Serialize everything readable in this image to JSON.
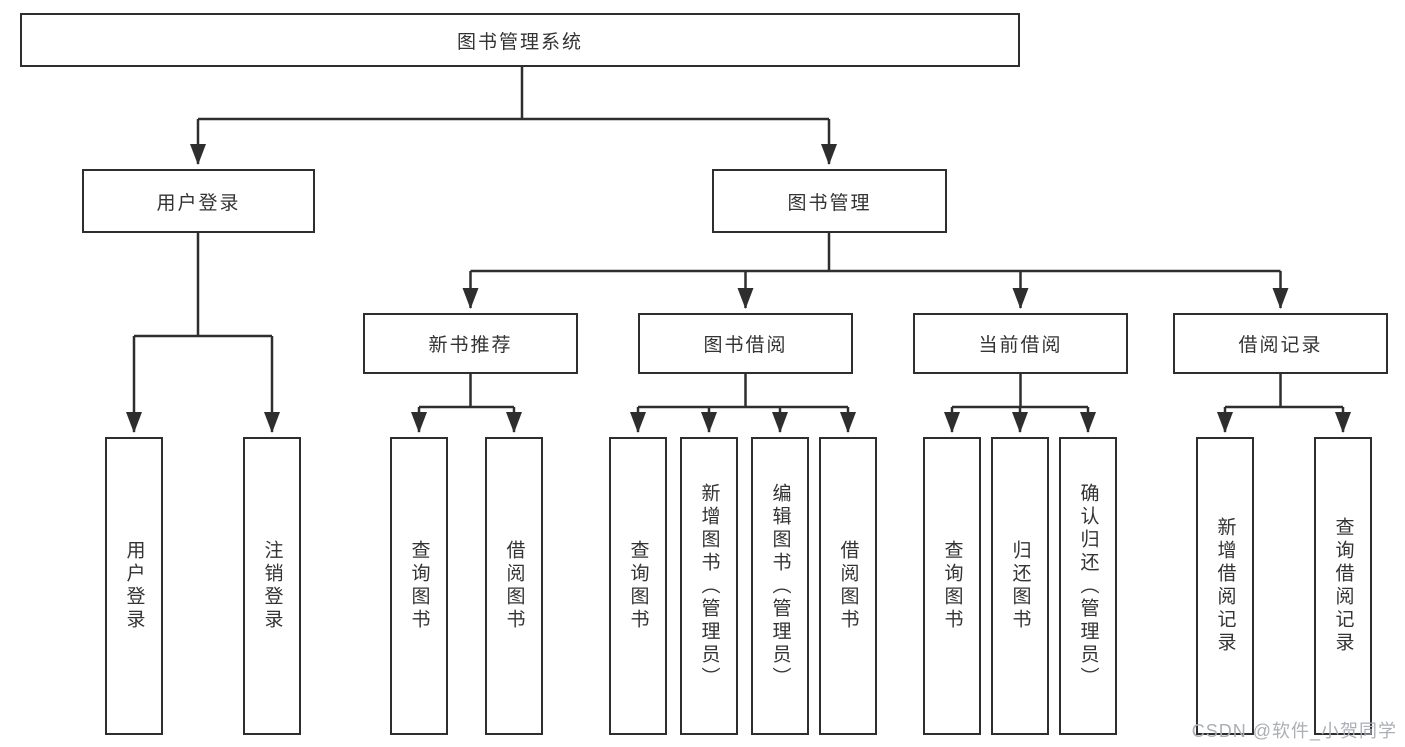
{
  "diagram": {
    "root_label": "图书管理系统",
    "level2": {
      "user_login": "用户登录",
      "book_mgmt": "图书管理"
    },
    "level3": {
      "new_books": "新书推荐",
      "book_borrow": "图书借阅",
      "current_borrow": "当前借阅",
      "borrow_records": "借阅记录"
    },
    "leaves": {
      "user_login": "用户登录",
      "logout": "注销登录",
      "nb_query": "查询图书",
      "nb_borrow": "借阅图书",
      "bb_query": "查询图书",
      "bb_add": "新增图书（管理员）",
      "bb_edit": "编辑图书（管理员）",
      "bb_borrow": "借阅图书",
      "cb_query": "查询图书",
      "cb_return": "归还图书",
      "cb_confirm": "确认归还（管理员）",
      "br_add": "新增借阅记录",
      "br_query": "查询借阅记录"
    },
    "colors": {
      "line": "#2e2e2e",
      "text": "#333333",
      "watermark": "#abafb5"
    },
    "watermark": "CSDN @软件_小贺同学"
  }
}
